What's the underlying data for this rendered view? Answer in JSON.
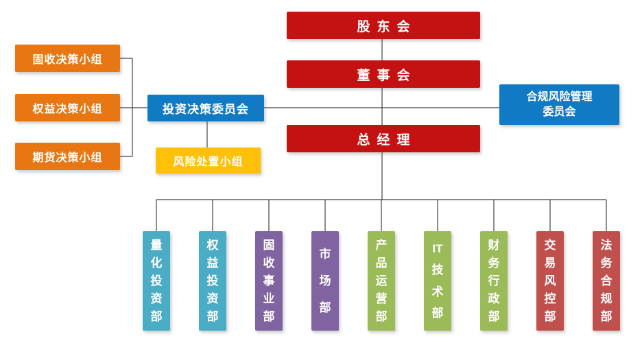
{
  "diagram": {
    "type": "org-chart",
    "background_color": "#ffffff",
    "connector_color": "#404040",
    "nodes": {
      "shareholders": {
        "label": "股东会",
        "color": "#C41112",
        "text_color": "#ffffff"
      },
      "board": {
        "label": "董事会",
        "color": "#C41112",
        "text_color": "#ffffff"
      },
      "general_manager": {
        "label": "总经理",
        "color": "#C41112",
        "text_color": "#ffffff"
      },
      "investment_decision_committee": {
        "label": "投资决策委员会",
        "color": "#117AC4",
        "text_color": "#ffffff"
      },
      "compliance_risk_committee": {
        "label": "合规风险管理委员会",
        "lines": [
          "合规风险管理",
          "委员会"
        ],
        "color": "#117AC4",
        "text_color": "#ffffff"
      },
      "risk_disposal_group": {
        "label": "风险处置小组",
        "color": "#FFC008",
        "text_color": "#ffffff"
      },
      "decision_groups": [
        {
          "label": "固收决策小组",
          "color": "#E87713"
        },
        {
          "label": "权益决策小组",
          "color": "#E87713"
        },
        {
          "label": "期货决策小组",
          "color": "#E87713"
        }
      ],
      "departments": [
        {
          "label": "量化投资部",
          "stack": [
            "量",
            "化",
            "投",
            "资",
            "部"
          ],
          "color": "#4AACC5"
        },
        {
          "label": "权益投资部",
          "stack": [
            "权",
            "益",
            "投",
            "资",
            "部"
          ],
          "color": "#4AACC5"
        },
        {
          "label": "固收事业部",
          "stack": [
            "固",
            "收",
            "事",
            "业",
            "部"
          ],
          "color": "#8064A2"
        },
        {
          "label": "市场部",
          "stack": [
            "市",
            "场",
            "部"
          ],
          "color": "#8064A2"
        },
        {
          "label": "产品运营部",
          "stack": [
            "产",
            "品",
            "运",
            "营",
            "部"
          ],
          "color": "#9BBB59"
        },
        {
          "label": "IT技术部",
          "stack": [
            "IT",
            "技",
            "术",
            "部"
          ],
          "color": "#9BBB59"
        },
        {
          "label": "财务行政部",
          "stack": [
            "财",
            "务",
            "行",
            "政",
            "部"
          ],
          "color": "#9BBB59"
        },
        {
          "label": "交易风控部",
          "stack": [
            "交",
            "易",
            "风",
            "控",
            "部"
          ],
          "color": "#C0504D"
        },
        {
          "label": "法务合规部",
          "stack": [
            "法",
            "务",
            "合",
            "规",
            "部"
          ],
          "color": "#C0504D"
        }
      ]
    },
    "edges": [
      {
        "from": "股东会",
        "to": "董事会"
      },
      {
        "from": "董事会",
        "to": "总经理"
      },
      {
        "from": "董事会",
        "to": "投资决策委员会"
      },
      {
        "from": "董事会",
        "to": "合规风险管理委员会"
      },
      {
        "from": "投资决策委员会",
        "to": "固收决策小组"
      },
      {
        "from": "投资决策委员会",
        "to": "权益决策小组"
      },
      {
        "from": "投资决策委员会",
        "to": "期货决策小组"
      },
      {
        "from": "投资决策委员会",
        "to": "风险处置小组"
      },
      {
        "from": "总经理",
        "to": "量化投资部"
      },
      {
        "from": "总经理",
        "to": "权益投资部"
      },
      {
        "from": "总经理",
        "to": "固收事业部"
      },
      {
        "from": "总经理",
        "to": "市场部"
      },
      {
        "from": "总经理",
        "to": "产品运营部"
      },
      {
        "from": "总经理",
        "to": "IT技术部"
      },
      {
        "from": "总经理",
        "to": "财务行政部"
      },
      {
        "from": "总经理",
        "to": "交易风控部"
      },
      {
        "from": "总经理",
        "to": "法务合规部"
      }
    ]
  }
}
